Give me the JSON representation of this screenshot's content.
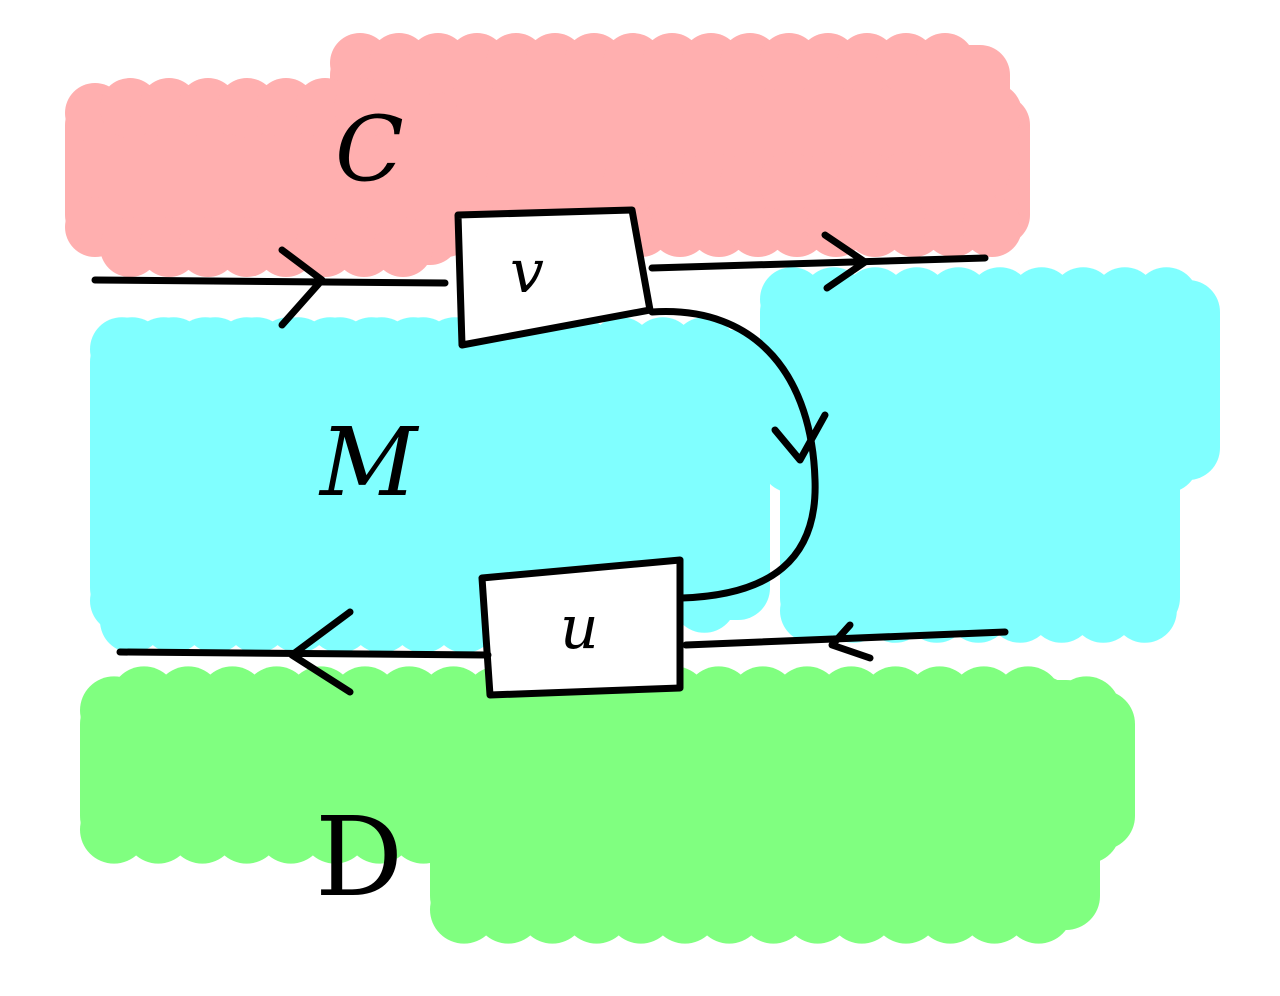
{
  "diagram": {
    "regions": [
      {
        "id": "C",
        "label": "C",
        "color": "#FFAFAF"
      },
      {
        "id": "M",
        "label": "M",
        "color": "#80FFFF"
      },
      {
        "id": "D",
        "label": "D",
        "color": "#80FF80"
      }
    ],
    "boxes": [
      {
        "id": "v",
        "label": "v"
      },
      {
        "id": "u",
        "label": "u"
      }
    ],
    "edges": [
      {
        "from": "left",
        "to": "v",
        "direction": "right"
      },
      {
        "from": "v",
        "to": "right",
        "direction": "right"
      },
      {
        "from": "v",
        "to": "u",
        "direction": "down"
      },
      {
        "from": "right",
        "to": "u",
        "direction": "left"
      },
      {
        "from": "u",
        "to": "left",
        "direction": "left"
      }
    ]
  }
}
